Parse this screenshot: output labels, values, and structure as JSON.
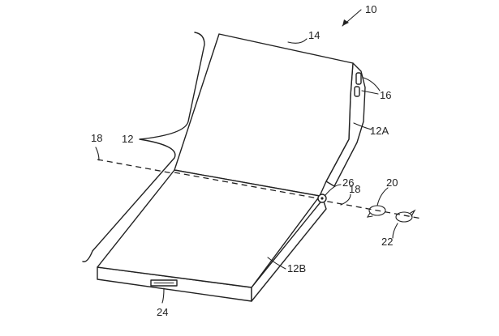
{
  "labels": {
    "device": "10",
    "display": "14",
    "housing": "12",
    "housing_upper": "12A",
    "housing_lower": "12B",
    "buttons": "16",
    "axis_left": "18",
    "axis_right": "18",
    "hinge": "26",
    "rotation_a": "20",
    "rotation_b": "22",
    "port": "24"
  }
}
